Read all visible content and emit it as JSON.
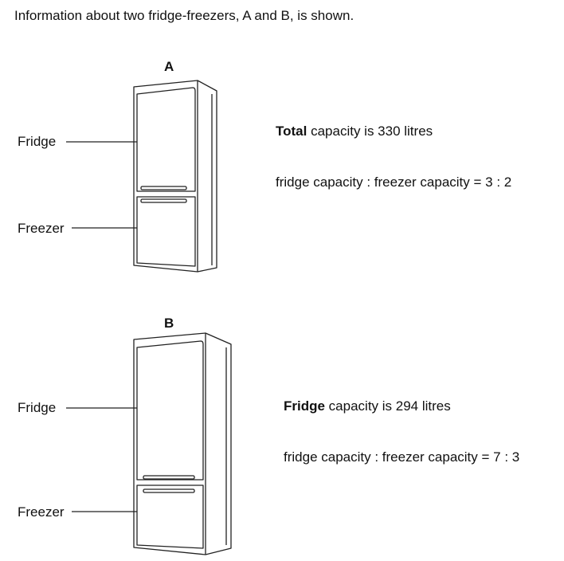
{
  "intro": "Information about two fridge-freezers, A and B, is shown.",
  "fridge_a": {
    "heading": "A",
    "label_fridge": "Fridge",
    "label_freezer": "Freezer",
    "info_line1_bold": "Total",
    "info_line1_rest": " capacity is 330 litres",
    "info_line2": "fridge capacity : freezer capacity = 3 : 2"
  },
  "fridge_b": {
    "heading": "B",
    "label_fridge": "Fridge",
    "label_freezer": "Freezer",
    "info_line1_bold": "Fridge",
    "info_line1_rest": " capacity is 294 litres",
    "info_line2": "fridge capacity : freezer capacity = 7 : 3"
  }
}
